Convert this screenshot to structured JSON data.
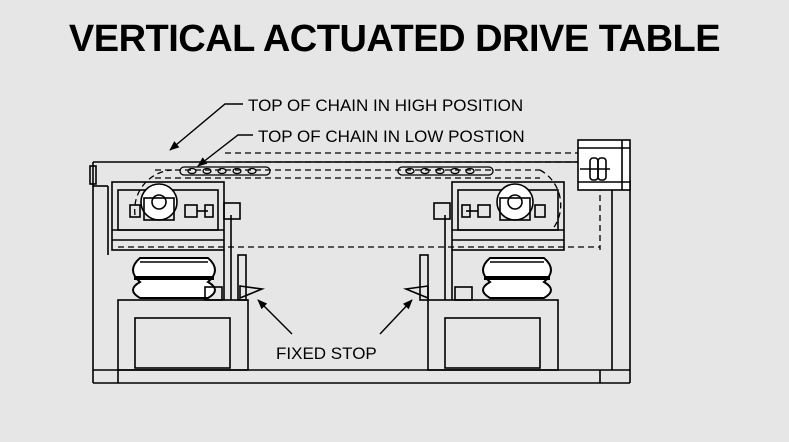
{
  "title": "VERTICAL ACTUATED DRIVE TABLE",
  "labels": {
    "high": "TOP OF CHAIN IN HIGH POSITION",
    "low": "TOP OF CHAIN IN LOW POSTION",
    "stop": "FIXED STOP"
  },
  "colors": {
    "background": "#e6e6e6",
    "line": "#000000",
    "fill": "#ffffff"
  }
}
